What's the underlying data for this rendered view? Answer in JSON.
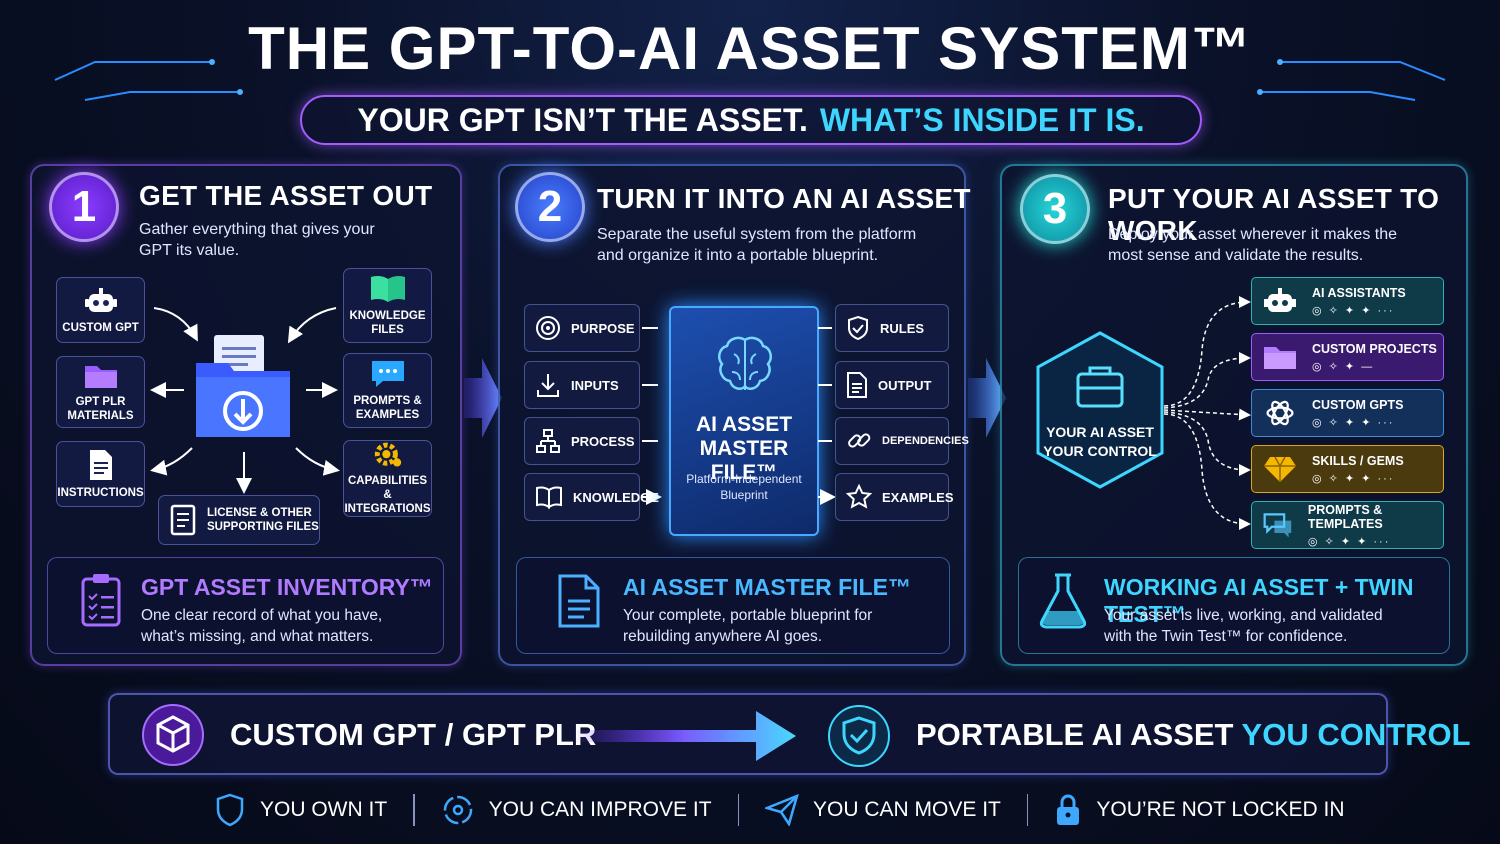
{
  "title": "THE GPT-TO-AI ASSET SYSTEM™",
  "tagline": {
    "part1": "YOUR GPT ISN’T THE ASSET.",
    "part2": "WHAT’S INSIDE IT IS."
  },
  "step1": {
    "number": "1",
    "heading": "GET THE ASSET OUT",
    "desc_line1": "Gather everything that gives your",
    "desc_line2": "GPT its value.",
    "items": {
      "custom_gpt": "CUSTOM GPT",
      "knowledge_l1": "KNOWLEDGE",
      "knowledge_l2": "FILES",
      "plr_l1": "GPT PLR",
      "plr_l2": "MATERIALS",
      "prompts_l1": "PROMPTS &",
      "prompts_l2": "EXAMPLES",
      "instructions": "INSTRUCTIONS",
      "capabilities_l1": "CAPABILITIES &",
      "capabilities_l2": "INTEGRATIONS",
      "license_l1": "LICENSE & OTHER",
      "license_l2": "SUPPORTING FILES"
    },
    "footer_title": "GPT ASSET INVENTORY™",
    "footer_line1": "One clear record of what you have,",
    "footer_line2": "what’s missing, and what matters."
  },
  "step2": {
    "number": "2",
    "heading": "TURN IT INTO AN AI ASSET",
    "desc_line1": "Separate the useful system from the platform",
    "desc_line2": "and organize it into a portable blueprint.",
    "left": [
      "PURPOSE",
      "INPUTS",
      "PROCESS",
      "KNOWLEDGE"
    ],
    "right": [
      "RULES",
      "OUTPUT",
      "DEPENDENCIES",
      "EXAMPLES"
    ],
    "book_l1": "AI ASSET",
    "book_l2": "MASTER FILE™",
    "book_sub1": "Platform-Independent",
    "book_sub2": "Blueprint",
    "footer_title": "AI ASSET MASTER FILE™",
    "footer_line1": "Your complete, portable blueprint for",
    "footer_line2": "rebuilding anywhere AI goes."
  },
  "step3": {
    "number": "3",
    "heading": "PUT YOUR AI ASSET TO WORK",
    "desc_line1": "Deploy your asset wherever it makes the",
    "desc_line2": "most sense and validate the results.",
    "hex_l1": "YOUR AI ASSET",
    "hex_l2": "YOUR CONTROL",
    "destinations": [
      {
        "label": "AI ASSISTANTS",
        "dots": "◎ ✧ ✦ ✦ ···"
      },
      {
        "label": "CUSTOM PROJECTS",
        "dots": "◎ ✧ ✦ —"
      },
      {
        "label": "CUSTOM GPTS",
        "dots": "◎ ✧ ✦ ✦ ···"
      },
      {
        "label": "SKILLS / GEMS",
        "dots": "◎ ✧ ✦ ✦ ···"
      },
      {
        "label": "PROMPTS & TEMPLATES",
        "dots": "◎ ✧ ✦ ✦ ···"
      }
    ],
    "footer_title": "WORKING AI ASSET + TWIN TEST™",
    "footer_line1": "Your asset is live, working, and validated",
    "footer_line2": "with the Twin Test™ for confidence."
  },
  "transform": {
    "from": "CUSTOM GPT / GPT PLR",
    "to_part1": "PORTABLE AI ASSET",
    "to_part2": "YOU CONTROL"
  },
  "benefits": [
    "YOU OWN IT",
    "YOU CAN IMPROVE IT",
    "YOU CAN MOVE IT",
    "YOU’RE NOT LOCKED IN"
  ],
  "colors": {
    "purple": "#8a3dff",
    "blue": "#4a7dff",
    "cyan": "#3ed6ff",
    "gold": "#f5b800"
  }
}
